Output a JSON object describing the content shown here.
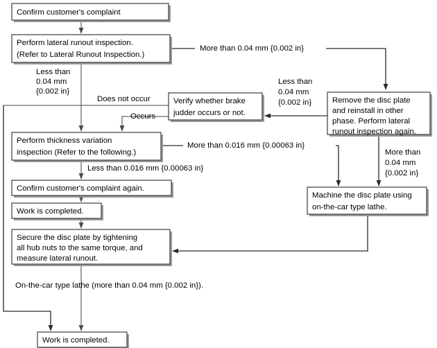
{
  "diagram": {
    "title": "Brake Disc Plate Lateral Runout / Thickness Variation Troubleshooting Flowchart",
    "colors": {
      "background": "#ffffff",
      "box_stroke": "#3c3c3c",
      "box_fill": "#ffffff",
      "shadow": "#9a9a9a",
      "connector": "#2a2a2a",
      "text": "#000000"
    },
    "nodes": [
      {
        "id": "confirm-complaint",
        "name": "confirm-customer-complaint-box",
        "lines": [
          "Confirm customer's complaint"
        ]
      },
      {
        "id": "lateral-runout-inspection",
        "name": "perform-lateral-runout-inspection-box",
        "lines": [
          "Perform lateral runout inspection.",
          "(Refer to Lateral Runout Inspection.)"
        ]
      },
      {
        "id": "remove-disc-plate",
        "name": "remove-disc-plate-box",
        "lines": [
          "Remove the disc plate",
          "and reinstall in other",
          "phase. Perform lateral",
          "runout inspection again."
        ]
      },
      {
        "id": "verify-brake-judder",
        "name": "verify-brake-judder-box",
        "lines": [
          "Verify whether brake",
          "judder occurs or not."
        ]
      },
      {
        "id": "thickness-variation-inspection",
        "name": "perform-thickness-variation-inspection-box",
        "lines": [
          "Perform thickness variation",
          "inspection (Refer to the following.)"
        ]
      },
      {
        "id": "confirm-complaint-again",
        "name": "confirm-customer-complaint-again-box",
        "lines": [
          "Confirm customer's complaint again."
        ]
      },
      {
        "id": "work-completed-upper",
        "name": "work-is-completed-upper-box",
        "lines": [
          "Work is completed."
        ]
      },
      {
        "id": "machine-disc-plate",
        "name": "machine-disc-plate-box",
        "lines": [
          "Machine the disc plate using",
          "on-the-car type lathe."
        ]
      },
      {
        "id": "secure-disc-plate",
        "name": "secure-disc-plate-box",
        "lines": [
          "Secure the disc plate by tightening",
          "all hub nuts to the same torque, and",
          "measure lateral runout."
        ]
      },
      {
        "id": "work-completed-lower",
        "name": "work-is-completed-lower-box",
        "lines": [
          "Work is completed."
        ]
      }
    ],
    "edge_labels": [
      {
        "id": "more-than-004-top",
        "name": "edge-label-more-than-004-mm",
        "lines": [
          "More than 0.04 mm {0.002 in}"
        ]
      },
      {
        "id": "less-than-004-left",
        "name": "edge-label-less-than-004-mm-left",
        "lines": [
          "Less than",
          "0.04 mm",
          "{0.002 in}"
        ]
      },
      {
        "id": "less-than-004-mid",
        "name": "edge-label-less-than-004-mm-middle",
        "lines": [
          "Less than",
          "0.04 mm",
          "{0.002 in}"
        ]
      },
      {
        "id": "does-not-occur",
        "name": "edge-label-does-not-occur",
        "lines": [
          "Does not occur"
        ]
      },
      {
        "id": "occurs",
        "name": "edge-label-occurs",
        "lines": [
          "Occurs"
        ]
      },
      {
        "id": "more-than-0016",
        "name": "edge-label-more-than-0016-mm",
        "lines": [
          "More than 0.016 mm {0.00063 in}"
        ]
      },
      {
        "id": "less-than-0016",
        "name": "edge-label-less-than-0016-mm",
        "lines": [
          "Less than 0.016 mm {0.00063 in}"
        ]
      },
      {
        "id": "more-than-004-right",
        "name": "edge-label-more-than-004-mm-right",
        "lines": [
          "More than",
          "0.04 mm",
          "{0.002 in}"
        ]
      },
      {
        "id": "on-the-car-lathe-note",
        "name": "edge-label-on-the-car-type-lathe-note",
        "lines": [
          "On-the-car type lathe (more than 0.04 mm {0.002 in})."
        ]
      }
    ]
  }
}
